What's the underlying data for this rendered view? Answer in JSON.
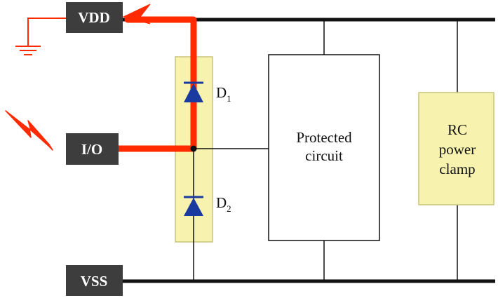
{
  "pins": {
    "vdd": "VDD",
    "io": "I/O",
    "vss": "VSS"
  },
  "diodes": [
    {
      "name": "D",
      "subscript": "1"
    },
    {
      "name": "D",
      "subscript": "2"
    }
  ],
  "protected_circuit": {
    "line1": "Protected",
    "line2": "circuit"
  },
  "clamp": {
    "line1": "RC",
    "line2": "power",
    "line3": "clamp"
  },
  "colors": {
    "pin_box": "#3d3d3d",
    "esd_path": "#ff2a00",
    "diode": "#1a3aa0",
    "highlight_fill": "#f7f2ae",
    "highlight_stroke": "#c9c47a",
    "wire": "#111111"
  }
}
